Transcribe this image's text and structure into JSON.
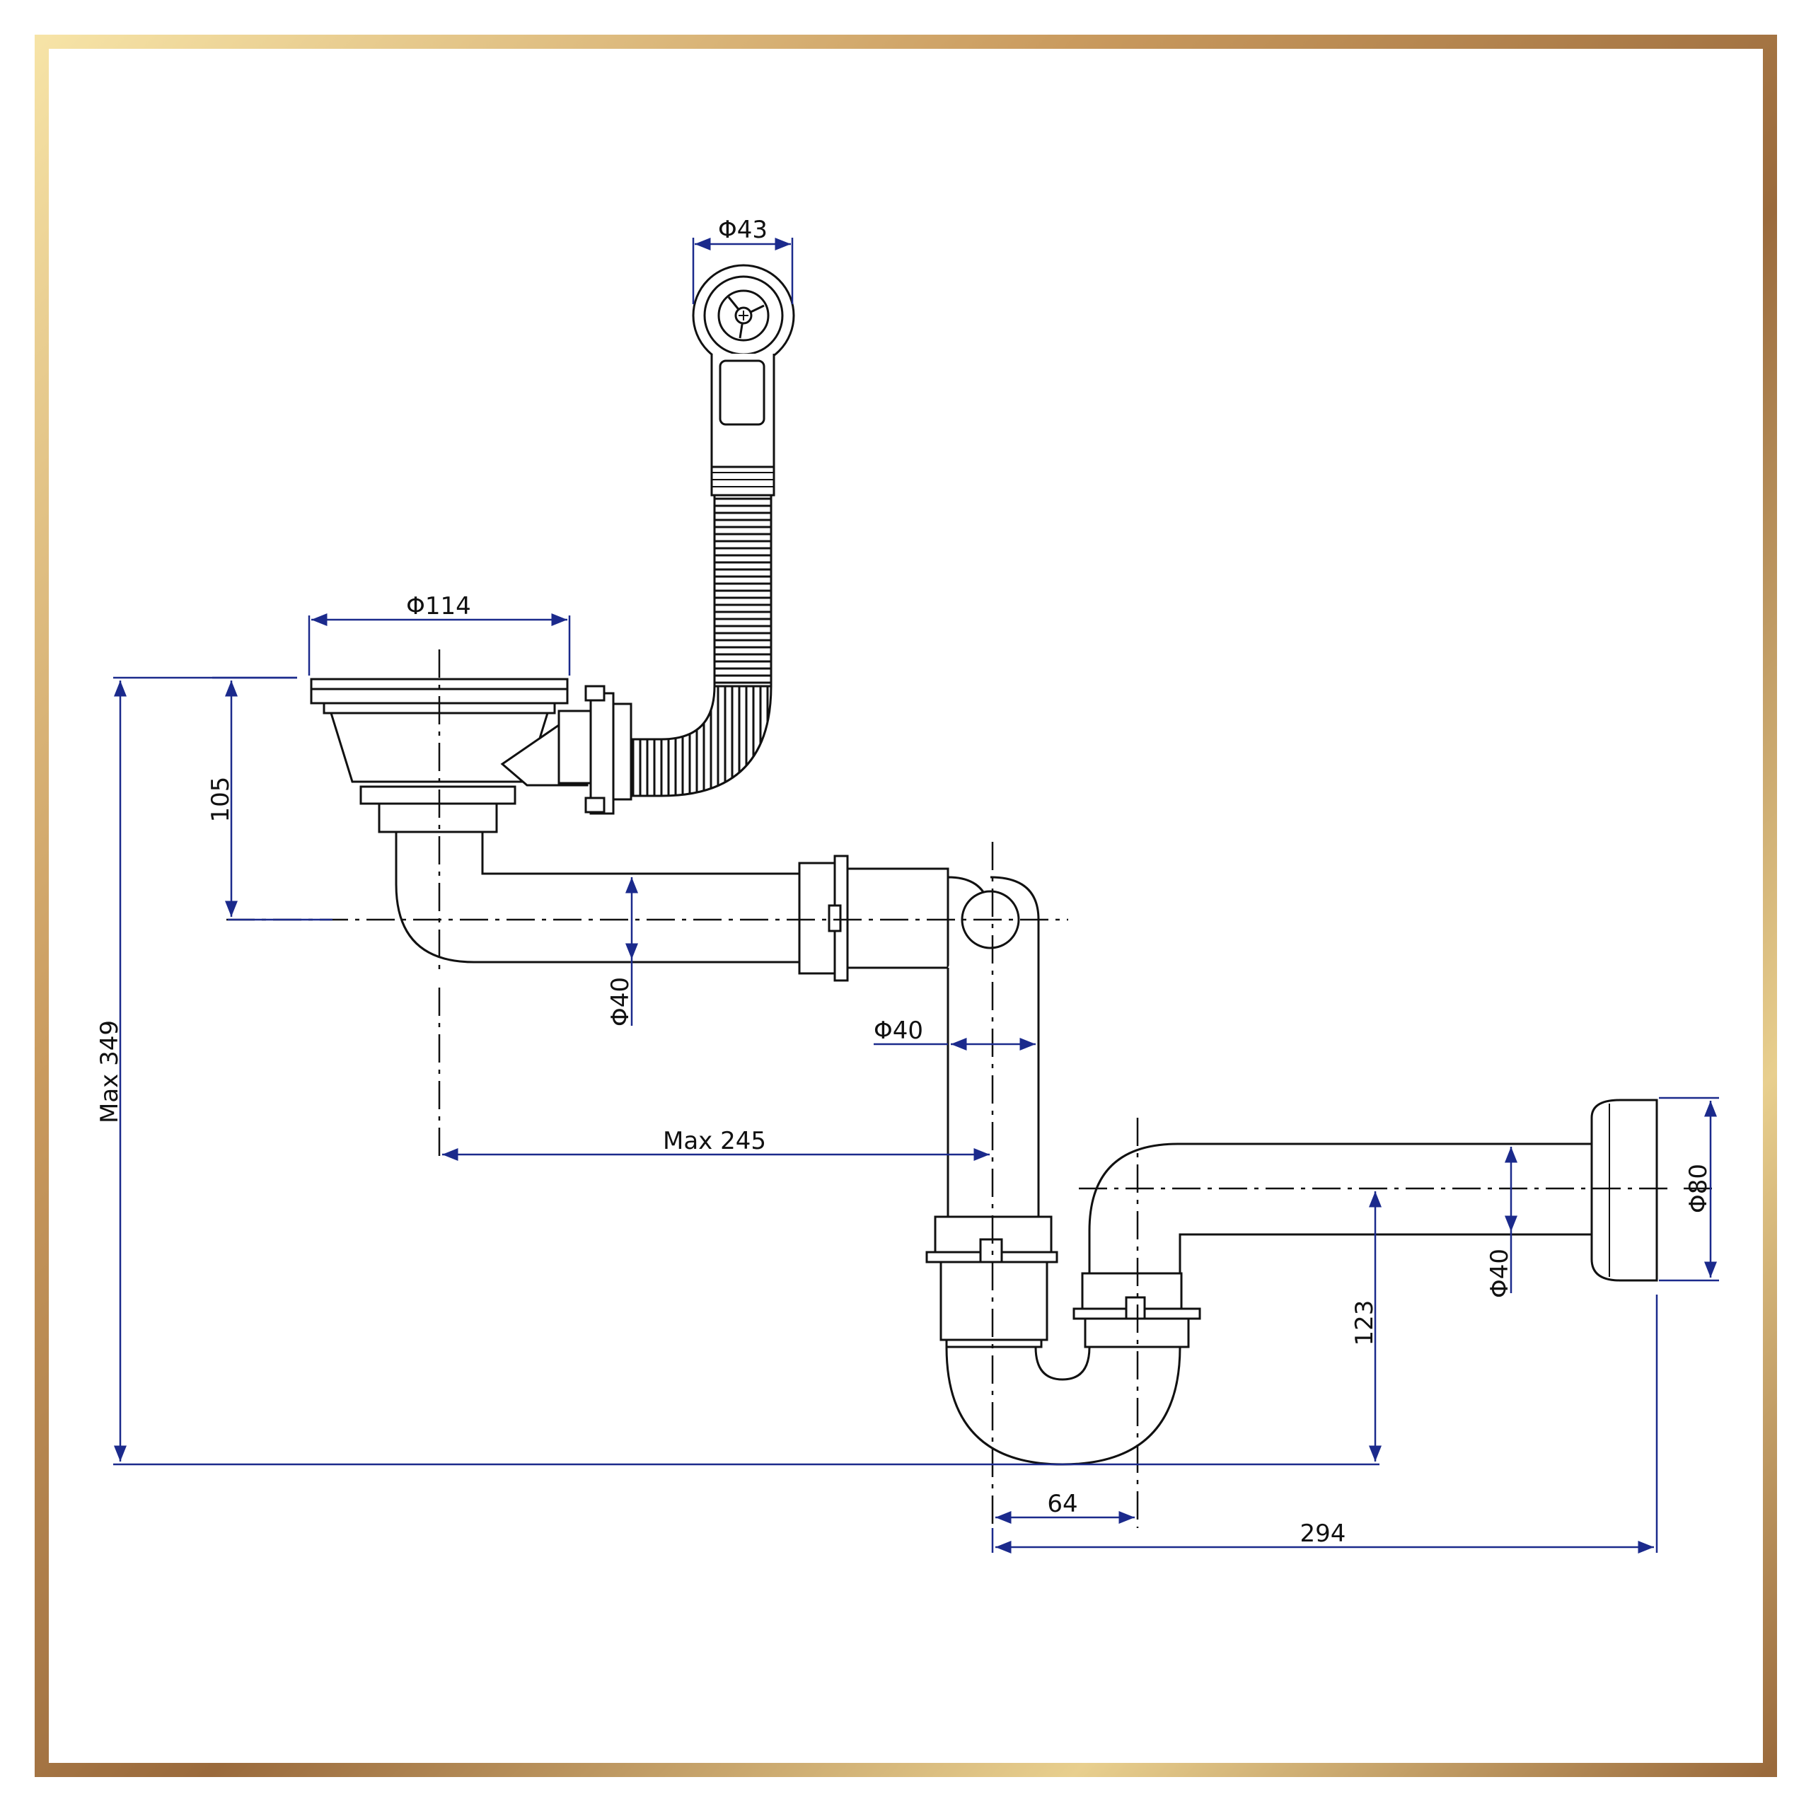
{
  "colors": {
    "dimension": "#1b2a8c",
    "outline": "#111111",
    "frame_gold_light": "#f6e3a6",
    "frame_gold_dark": "#9a6a3c"
  },
  "dimensions": {
    "overflow_diameter": "Φ43",
    "strainer_diameter": "Φ114",
    "strainer_height": "105",
    "total_height": "Max 349",
    "pipe_diameter_horizontal": "Φ40",
    "pipe_diameter_vertical": "Φ40",
    "reach": "Max 245",
    "outlet_diameter": "Φ80",
    "outlet_pipe_diameter": "Φ40",
    "outlet_height": "123",
    "trap_offset": "64",
    "trap_to_wall": "294"
  }
}
